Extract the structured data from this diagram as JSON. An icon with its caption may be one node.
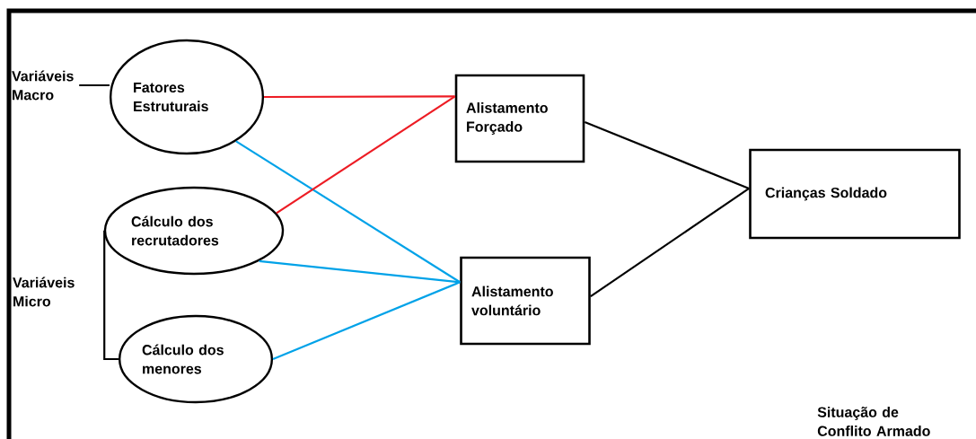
{
  "diagram": {
    "nodes": [
      {
        "text": [
          "Situação de Conflito Armado"
        ]
      },
      {
        "text": [
          "Variáveis Macro"
        ],
        "in": 0
      },
      {
        "text": [
          "Fatores Estruturais"
        ],
        "in": 0
      },
      {
        "text": [
          "Variáveis Micro"
        ],
        "in": 0
      },
      {
        "text": [
          "Cálculo dos recrutadores"
        ],
        "in": 0
      },
      {
        "text": [
          "Cálculo dos menores"
        ],
        "in": 0
      },
      {
        "text": [
          "Alistamento Forçado"
        ],
        "in": 0
      },
      {
        "text": [
          "Alistamento voluntário"
        ],
        "in": 0
      },
      {
        "text": [
          "Crianças Soldado"
        ],
        "in": 0
      }
    ],
    "edges": [
      {
        "from": 1,
        "to": 2,
        "arrow": "none"
      },
      {
        "from": 3,
        "to": 4,
        "arrow": "none"
      },
      {
        "from": 3,
        "to": 5,
        "arrow": "none"
      },
      {
        "from": 2,
        "to": 6,
        "arrow": "none",
        "color": "#ed1c24"
      },
      {
        "from": 2,
        "to": 7,
        "arrow": "none",
        "color": "#00a2e8"
      },
      {
        "from": 4,
        "to": 6,
        "arrow": "none",
        "color": "#ed1c24"
      },
      {
        "from": 4,
        "to": 7,
        "arrow": "none",
        "color": "#00a2e8"
      },
      {
        "from": 5,
        "to": 7,
        "arrow": "none",
        "color": "#00a2e8"
      },
      {
        "from": 6,
        "to": 8,
        "arrow": "none"
      },
      {
        "from": 7,
        "to": 8,
        "arrow": "none"
      }
    ]
  }
}
